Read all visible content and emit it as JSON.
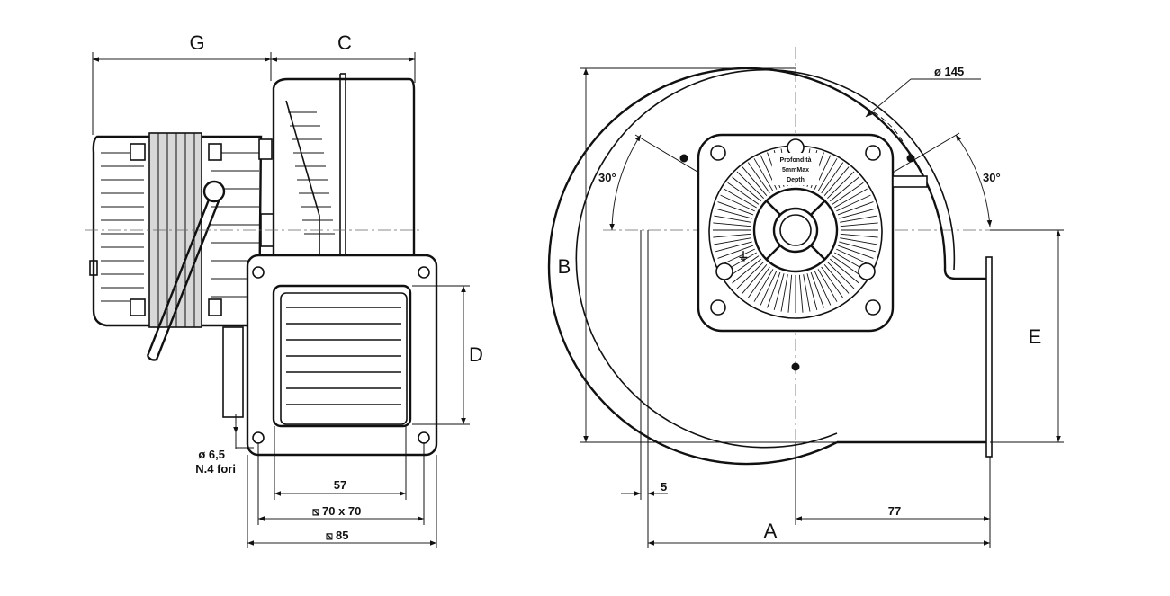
{
  "side_view": {
    "dim_G": "G",
    "dim_C": "C",
    "dim_D": "D",
    "hole_diameter": "ø 6,5",
    "hole_count": "N.4 fori",
    "dim_57": "57",
    "dim_70x70": "70 x 70",
    "dim_85": "85"
  },
  "front_view": {
    "dim_phi145": "ø 145",
    "angle_left": "30°",
    "angle_right": "30°",
    "dim_B": "B",
    "dim_E": "E",
    "dim_5": "5",
    "dim_A": "A",
    "dim_77": "77",
    "motor_label_1": "Profondità",
    "motor_label_2": "5mmMax",
    "motor_label_3": "Depth"
  }
}
